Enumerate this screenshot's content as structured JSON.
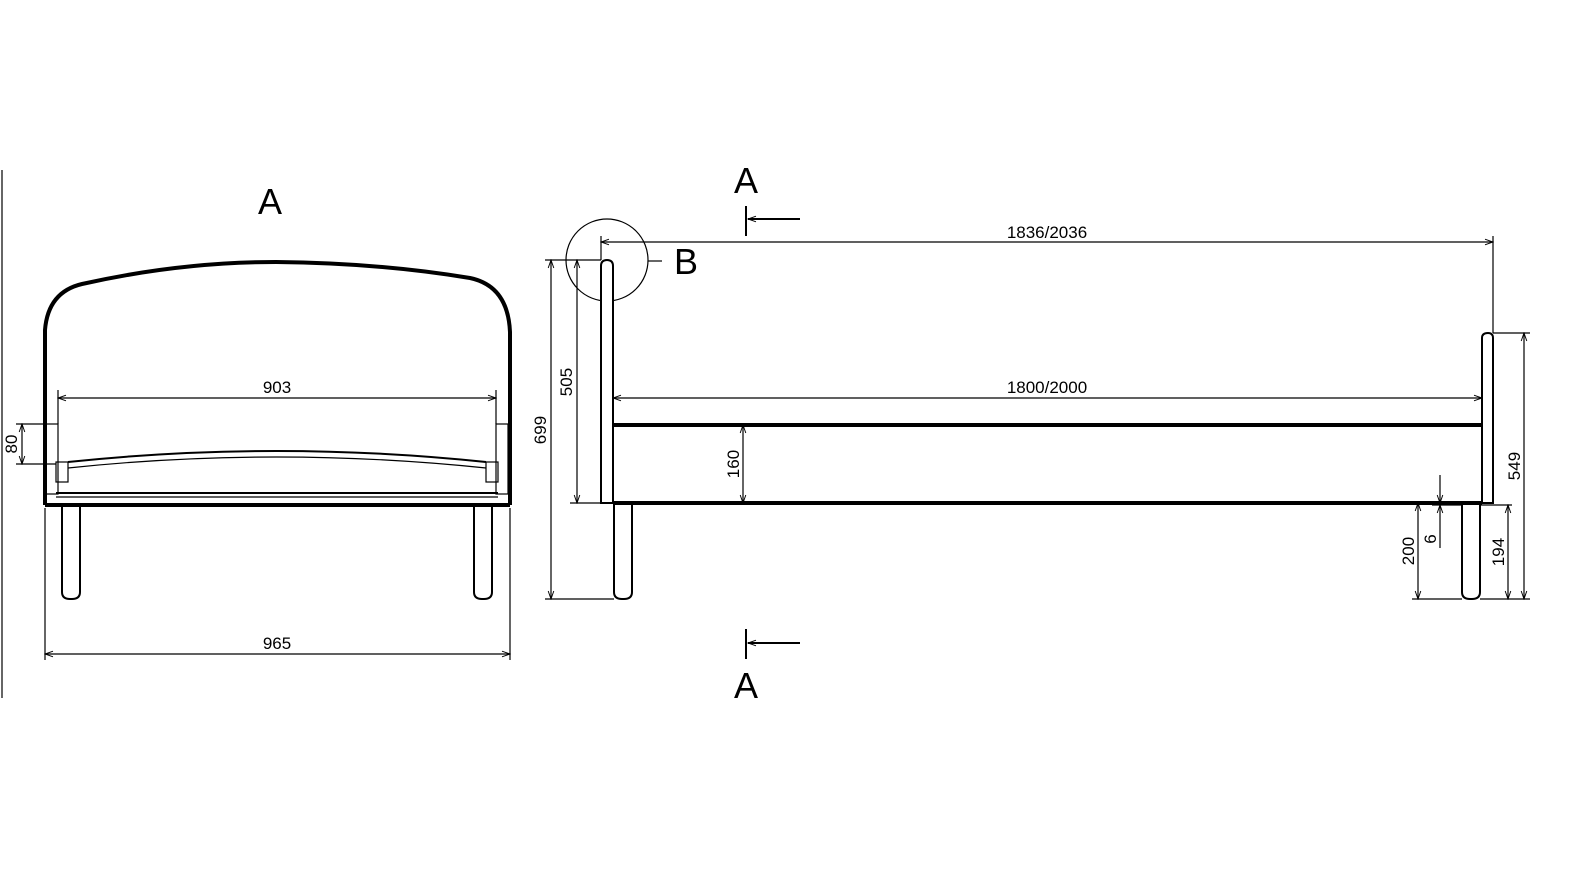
{
  "view_labels": {
    "front_view": "A",
    "section_top": "A",
    "section_bottom": "A",
    "detail": "B"
  },
  "dimensions": {
    "front": {
      "inner_width": "903",
      "outer_width": "965",
      "rail_height": "80"
    },
    "side": {
      "total_length": "1836/2036",
      "inner_length": "1800/2000",
      "rail_height": "160",
      "headboard_inner": "505",
      "headboard_total": "699",
      "footboard_total": "549",
      "leg_to_rail": "200",
      "gap": "6",
      "leg_height": "194"
    }
  }
}
